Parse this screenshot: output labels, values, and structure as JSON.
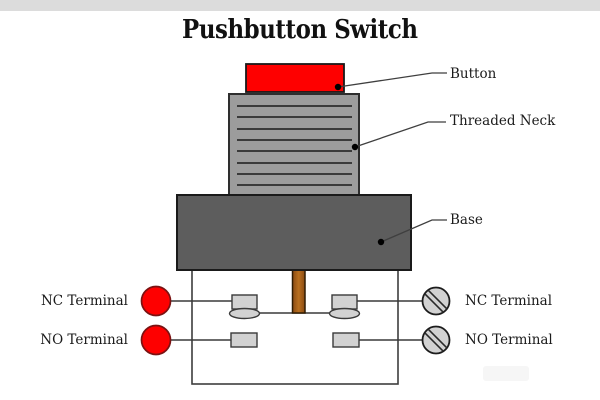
{
  "title": "Pushbutton Switch",
  "labels": {
    "button": "Button",
    "threaded_neck": "Threaded Neck",
    "base": "Base",
    "nc_left": "NC Terminal",
    "no_left": "NO Terminal",
    "nc_right": "NC Terminal",
    "no_right": "NO Terminal"
  },
  "colors": {
    "top_bar": "#dcdcdc",
    "button_red": "#fe0000",
    "neck_gray": "#9c9c9c",
    "base_gray": "#5d5d5d",
    "body_white": "#ffffff",
    "contact_gray": "#d2d2d2",
    "screw_gray": "#d2d2d2",
    "plunger_brown": "#a25c1a"
  }
}
